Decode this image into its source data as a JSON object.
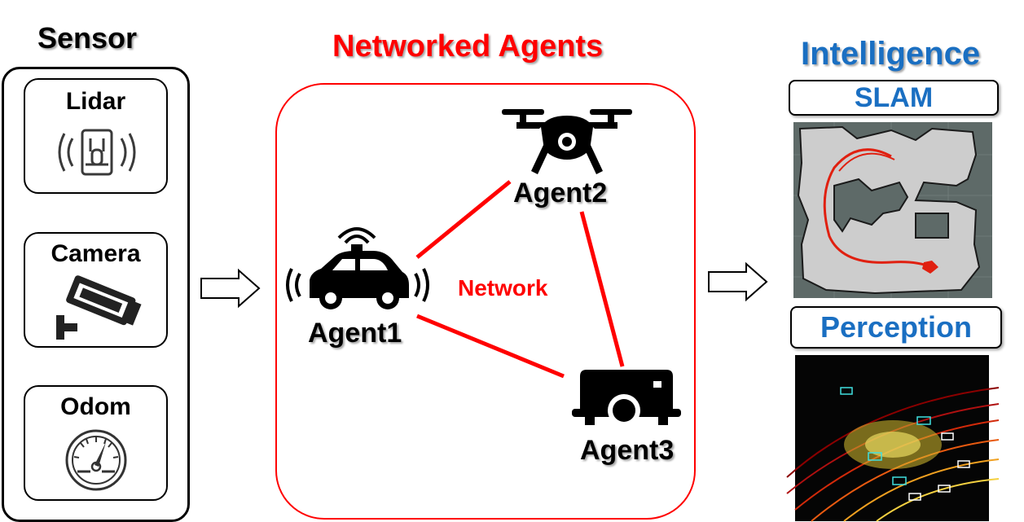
{
  "sections": {
    "sensor": "Sensor",
    "networked_agents": "Networked Agents",
    "intelligence": "Intelligence"
  },
  "sensors": [
    {
      "label": "Lidar",
      "icon": "lidar-icon"
    },
    {
      "label": "Camera",
      "icon": "security-camera-icon"
    },
    {
      "label": "Odom",
      "icon": "speedometer-icon"
    }
  ],
  "agents": [
    {
      "label": "Agent1",
      "icon": "autonomous-car-icon"
    },
    {
      "label": "Agent2",
      "icon": "drone-icon"
    },
    {
      "label": "Agent3",
      "icon": "ground-robot-icon"
    }
  ],
  "network_label": "Network",
  "intelligence": {
    "slam": "SLAM",
    "perception": "Perception"
  },
  "colors": {
    "network_red": "#ff0000",
    "intelligence_blue": "#1a6fc2"
  }
}
